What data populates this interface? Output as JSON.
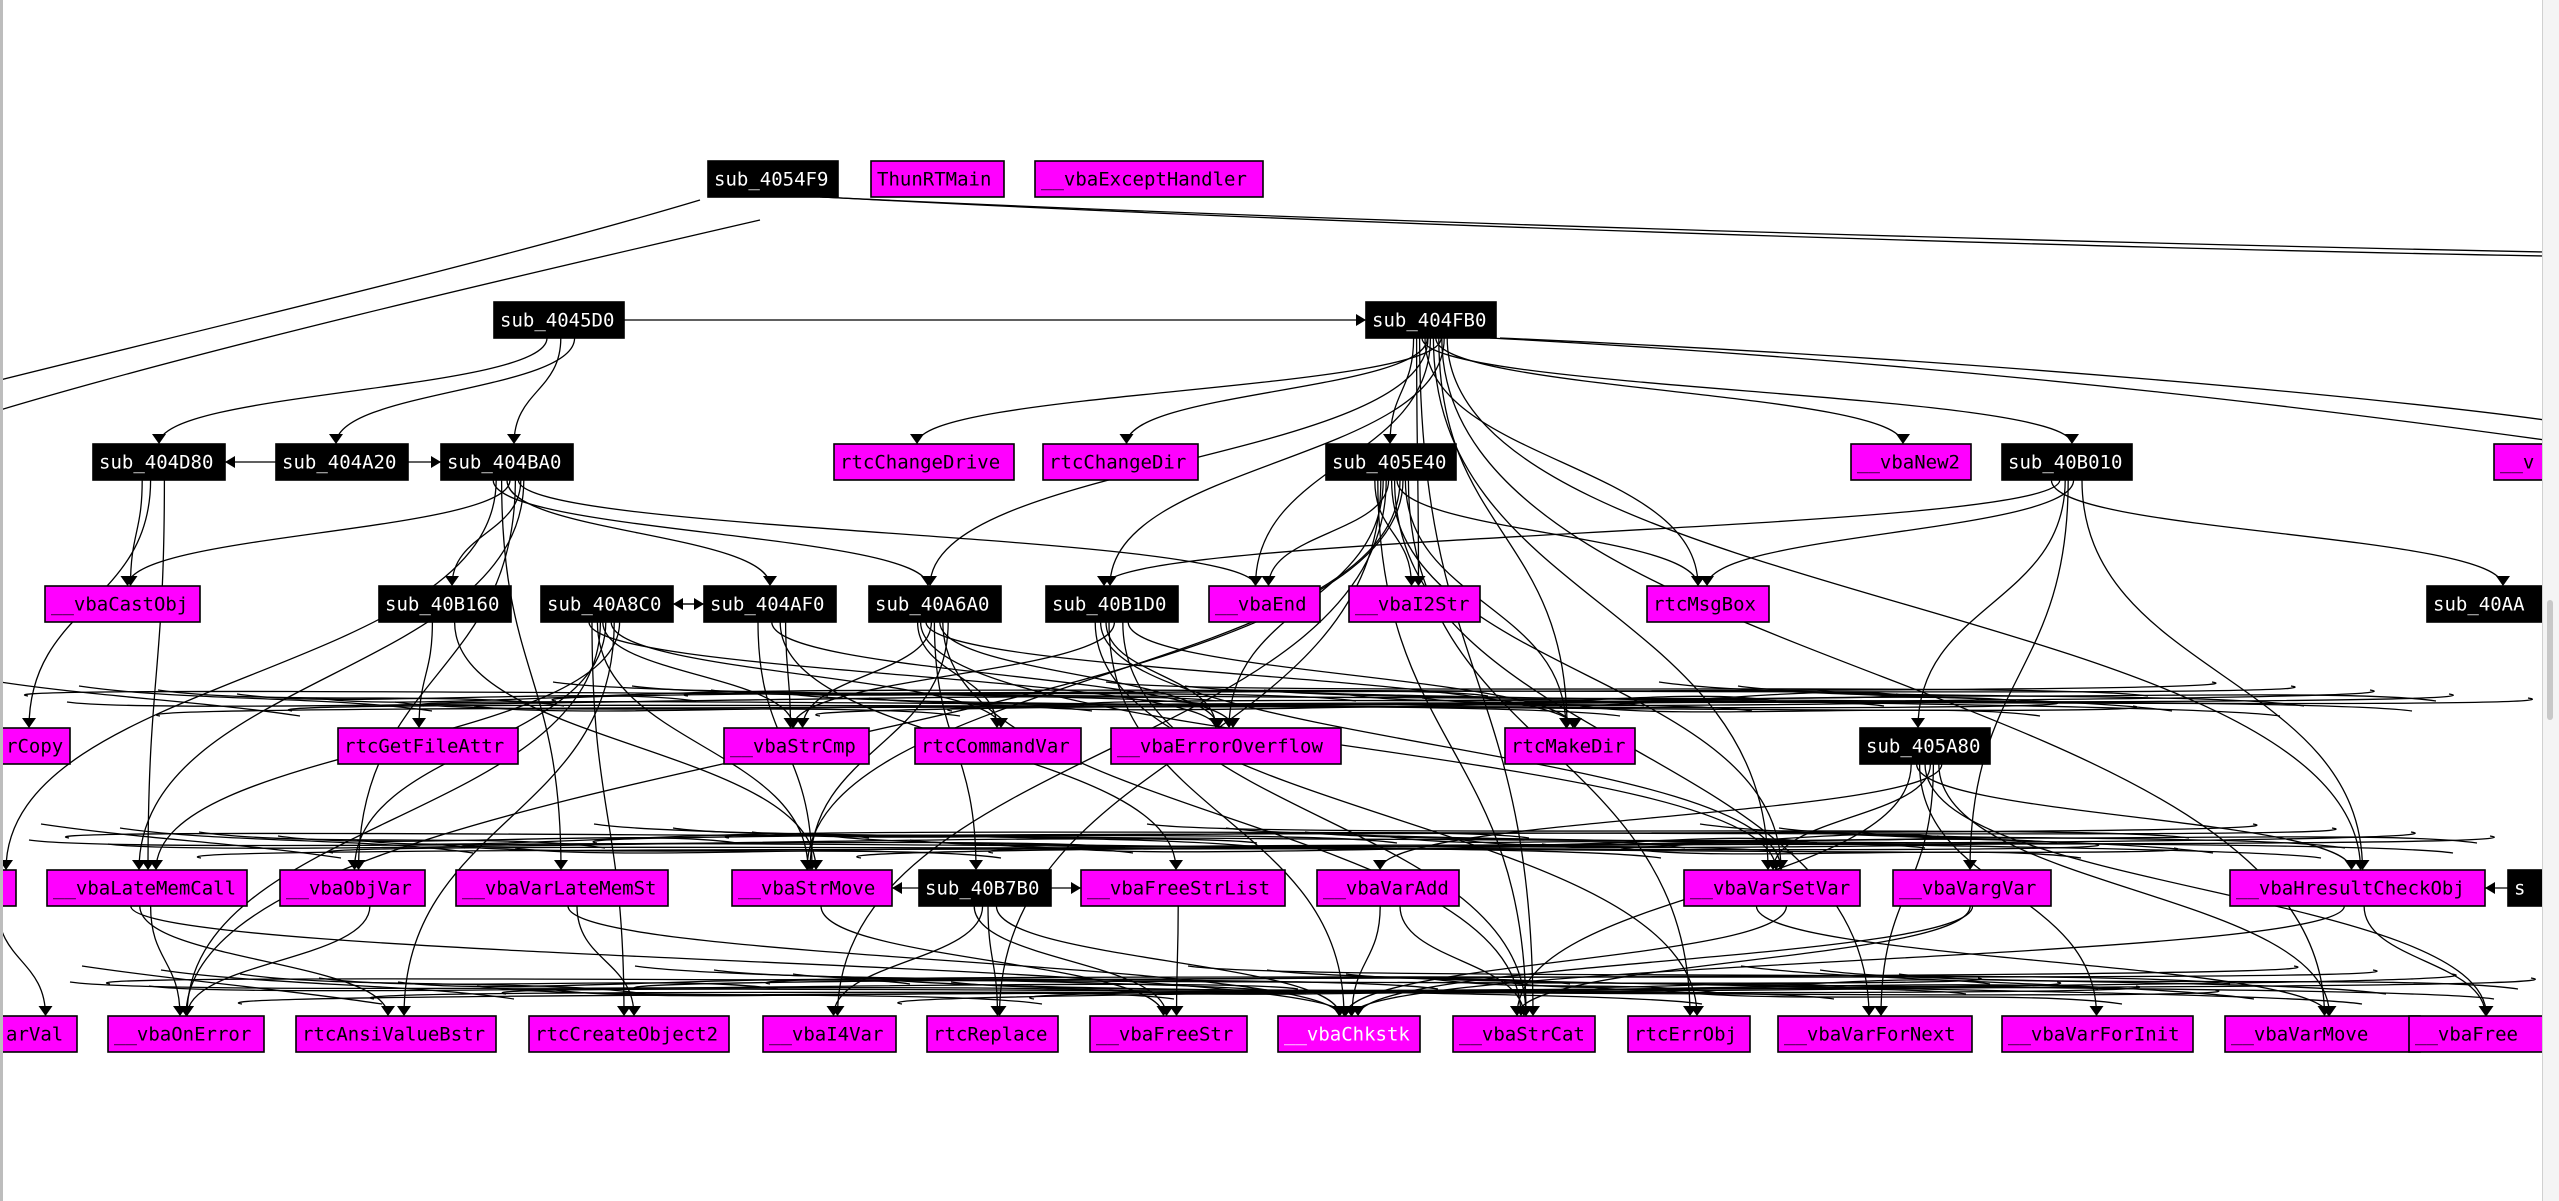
{
  "graph": {
    "title": "",
    "nodes": [
      {
        "id": "n1",
        "label": "sub_4054F9",
        "kind": "sub"
      },
      {
        "id": "n2",
        "label": "ThunRTMain",
        "kind": "import"
      },
      {
        "id": "n3",
        "label": "__vbaExceptHandler",
        "kind": "import"
      },
      {
        "id": "n4",
        "label": "sub_4045D0",
        "kind": "sub"
      },
      {
        "id": "n5",
        "label": "sub_404FB0",
        "kind": "sub"
      },
      {
        "id": "n6",
        "label": "sub_404D80",
        "kind": "sub"
      },
      {
        "id": "n7",
        "label": "sub_404A20",
        "kind": "sub"
      },
      {
        "id": "n8",
        "label": "sub_404BA0",
        "kind": "sub"
      },
      {
        "id": "n9",
        "label": "rtcChangeDrive",
        "kind": "import"
      },
      {
        "id": "n10",
        "label": "rtcChangeDir",
        "kind": "import"
      },
      {
        "id": "n11",
        "label": "sub_405E40",
        "kind": "sub"
      },
      {
        "id": "n12",
        "label": "__vbaNew2",
        "kind": "import"
      },
      {
        "id": "n13",
        "label": "sub_40B010",
        "kind": "sub"
      },
      {
        "id": "n14",
        "label": "__v",
        "kind": "import"
      },
      {
        "id": "n15",
        "label": "__vbaCastObj",
        "kind": "import"
      },
      {
        "id": "n16",
        "label": "sub_40B160",
        "kind": "sub"
      },
      {
        "id": "n17",
        "label": "sub_40A8C0",
        "kind": "sub"
      },
      {
        "id": "n18",
        "label": "sub_404AF0",
        "kind": "sub"
      },
      {
        "id": "n19",
        "label": "sub_40A6A0",
        "kind": "sub"
      },
      {
        "id": "n20",
        "label": "sub_40B1D0",
        "kind": "sub"
      },
      {
        "id": "n21",
        "label": "__vbaEnd",
        "kind": "import"
      },
      {
        "id": "n22",
        "label": "__vbaI2Str",
        "kind": "import"
      },
      {
        "id": "n23",
        "label": "rtcMsgBox",
        "kind": "import"
      },
      {
        "id": "n24",
        "label": "sub_40AA",
        "kind": "sub"
      },
      {
        "id": "n25",
        "label": "rCopy",
        "kind": "import"
      },
      {
        "id": "n26",
        "label": "rtcGetFileAttr",
        "kind": "import"
      },
      {
        "id": "n27",
        "label": "__vbaStrCmp",
        "kind": "import"
      },
      {
        "id": "n28",
        "label": "rtcCommandVar",
        "kind": "import"
      },
      {
        "id": "n29",
        "label": "__vbaErrorOverflow",
        "kind": "import"
      },
      {
        "id": "n30",
        "label": "rtcMakeDir",
        "kind": "import"
      },
      {
        "id": "n31",
        "label": "sub_405A80",
        "kind": "sub"
      },
      {
        "id": "n32",
        "label": "",
        "kind": "import"
      },
      {
        "id": "n33",
        "label": "__vbaLateMemCall",
        "kind": "import"
      },
      {
        "id": "n34",
        "label": "__vbaObjVar",
        "kind": "import"
      },
      {
        "id": "n35",
        "label": "__vbaVarLateMemSt",
        "kind": "import"
      },
      {
        "id": "n36",
        "label": "__vbaStrMove",
        "kind": "import"
      },
      {
        "id": "n37",
        "label": "sub_40B7B0",
        "kind": "sub"
      },
      {
        "id": "n38",
        "label": "__vbaFreeStrList",
        "kind": "import"
      },
      {
        "id": "n39",
        "label": "__vbaVarAdd",
        "kind": "import"
      },
      {
        "id": "n40",
        "label": "__vbaVarSetVar",
        "kind": "import"
      },
      {
        "id": "n41",
        "label": "__vbaVargVar",
        "kind": "import"
      },
      {
        "id": "n42",
        "label": "__vbaHresultCheckObj",
        "kind": "import"
      },
      {
        "id": "n43",
        "label": "s",
        "kind": "sub"
      },
      {
        "id": "n44",
        "label": "arVal",
        "kind": "import"
      },
      {
        "id": "n45",
        "label": "__vbaOnError",
        "kind": "import"
      },
      {
        "id": "n46",
        "label": "rtcAnsiValueBstr",
        "kind": "import"
      },
      {
        "id": "n47",
        "label": "rtcCreateObject2",
        "kind": "import"
      },
      {
        "id": "n48",
        "label": "__vbaI4Var",
        "kind": "import"
      },
      {
        "id": "n49",
        "label": "rtcReplace",
        "kind": "import"
      },
      {
        "id": "n50",
        "label": "__vbaFreeStr",
        "kind": "import"
      },
      {
        "id": "n51",
        "label": "__vbaChkstk",
        "kind": "import",
        "highlight": true
      },
      {
        "id": "n52",
        "label": "__vbaStrCat",
        "kind": "import"
      },
      {
        "id": "n53",
        "label": "rtcErrObj",
        "kind": "import"
      },
      {
        "id": "n54",
        "label": "__vbaVarForNext",
        "kind": "import"
      },
      {
        "id": "n55",
        "label": "__vbaVarForInit",
        "kind": "import"
      },
      {
        "id": "n56",
        "label": "__vbaVarMove",
        "kind": "import"
      },
      {
        "id": "n57",
        "label": "__vbaFree",
        "kind": "import"
      }
    ],
    "edges": [
      [
        "n4",
        "n5"
      ],
      [
        "n7",
        "n6"
      ],
      [
        "n7",
        "n8"
      ],
      [
        "n17",
        "n18"
      ],
      [
        "n18",
        "n17"
      ],
      [
        "n37",
        "n36"
      ],
      [
        "n37",
        "n38"
      ],
      [
        "n43",
        "n42"
      ],
      [
        "n4",
        "n7"
      ],
      [
        "n4",
        "n8"
      ],
      [
        "n4",
        "n6"
      ],
      [
        "n5",
        "n9"
      ],
      [
        "n5",
        "n10"
      ],
      [
        "n5",
        "n11"
      ],
      [
        "n5",
        "n12"
      ],
      [
        "n5",
        "n13"
      ],
      [
        "n5",
        "n20"
      ],
      [
        "n5",
        "n21"
      ],
      [
        "n5",
        "n22"
      ],
      [
        "n5",
        "n30"
      ],
      [
        "n5",
        "n23"
      ],
      [
        "n5",
        "n42"
      ],
      [
        "n5",
        "n40"
      ],
      [
        "n5",
        "n52"
      ],
      [
        "n5",
        "n56"
      ],
      [
        "n5",
        "n19"
      ],
      [
        "n6",
        "n15"
      ],
      [
        "n6",
        "n33"
      ],
      [
        "n6",
        "n25"
      ],
      [
        "n8",
        "n16"
      ],
      [
        "n8",
        "n18"
      ],
      [
        "n8",
        "n19"
      ],
      [
        "n8",
        "n34"
      ],
      [
        "n8",
        "n35"
      ],
      [
        "n8",
        "n33"
      ],
      [
        "n8",
        "n15"
      ],
      [
        "n8",
        "n32"
      ],
      [
        "n8",
        "n21"
      ],
      [
        "n11",
        "n21"
      ],
      [
        "n11",
        "n22"
      ],
      [
        "n11",
        "n23"
      ],
      [
        "n11",
        "n29"
      ],
      [
        "n11",
        "n30"
      ],
      [
        "n11",
        "n40"
      ],
      [
        "n11",
        "n52"
      ],
      [
        "n11",
        "n36"
      ],
      [
        "n11",
        "n48"
      ],
      [
        "n11",
        "n53"
      ],
      [
        "n11",
        "n54"
      ],
      [
        "n11",
        "n49"
      ],
      [
        "n11",
        "n45"
      ],
      [
        "n13",
        "n31"
      ],
      [
        "n13",
        "n24"
      ],
      [
        "n13",
        "n23"
      ],
      [
        "n13",
        "n20"
      ],
      [
        "n13",
        "n42"
      ],
      [
        "n13",
        "n41"
      ],
      [
        "n16",
        "n26"
      ],
      [
        "n16",
        "n36"
      ],
      [
        "n17",
        "n27"
      ],
      [
        "n17",
        "n29"
      ],
      [
        "n17",
        "n28"
      ],
      [
        "n17",
        "n36"
      ],
      [
        "n17",
        "n33"
      ],
      [
        "n17",
        "n34"
      ],
      [
        "n17",
        "n47"
      ],
      [
        "n17",
        "n46"
      ],
      [
        "n17",
        "n45"
      ],
      [
        "n18",
        "n27"
      ],
      [
        "n18",
        "n29"
      ],
      [
        "n18",
        "n36"
      ],
      [
        "n18",
        "n38"
      ],
      [
        "n19",
        "n27"
      ],
      [
        "n19",
        "n28"
      ],
      [
        "n19",
        "n29"
      ],
      [
        "n19",
        "n30"
      ],
      [
        "n19",
        "n36"
      ],
      [
        "n19",
        "n37"
      ],
      [
        "n19",
        "n40"
      ],
      [
        "n19",
        "n52"
      ],
      [
        "n20",
        "n29"
      ],
      [
        "n20",
        "n30"
      ],
      [
        "n20",
        "n27"
      ],
      [
        "n20",
        "n40"
      ],
      [
        "n20",
        "n52"
      ],
      [
        "n20",
        "n51"
      ],
      [
        "n20",
        "n53"
      ],
      [
        "n31",
        "n40"
      ],
      [
        "n31",
        "n42"
      ],
      [
        "n31",
        "n56"
      ],
      [
        "n31",
        "n57"
      ],
      [
        "n31",
        "n52"
      ],
      [
        "n31",
        "n54"
      ],
      [
        "n31",
        "n55"
      ],
      [
        "n31",
        "n39"
      ],
      [
        "n37",
        "n49"
      ],
      [
        "n37",
        "n50"
      ],
      [
        "n37",
        "n51"
      ],
      [
        "n37",
        "n48"
      ],
      [
        "n33",
        "n51"
      ],
      [
        "n35",
        "n51"
      ],
      [
        "n39",
        "n51"
      ],
      [
        "n40",
        "n51"
      ],
      [
        "n41",
        "n51"
      ],
      [
        "n42",
        "n51"
      ],
      [
        "n36",
        "n50"
      ],
      [
        "n38",
        "n50"
      ],
      [
        "n34",
        "n45"
      ],
      [
        "n33",
        "n45"
      ],
      [
        "n32",
        "n44"
      ],
      [
        "n39",
        "n52"
      ],
      [
        "n41",
        "n52"
      ],
      [
        "n40",
        "n56"
      ],
      [
        "n42",
        "n57"
      ],
      [
        "n33",
        "n46"
      ],
      [
        "n35",
        "n47"
      ]
    ]
  }
}
